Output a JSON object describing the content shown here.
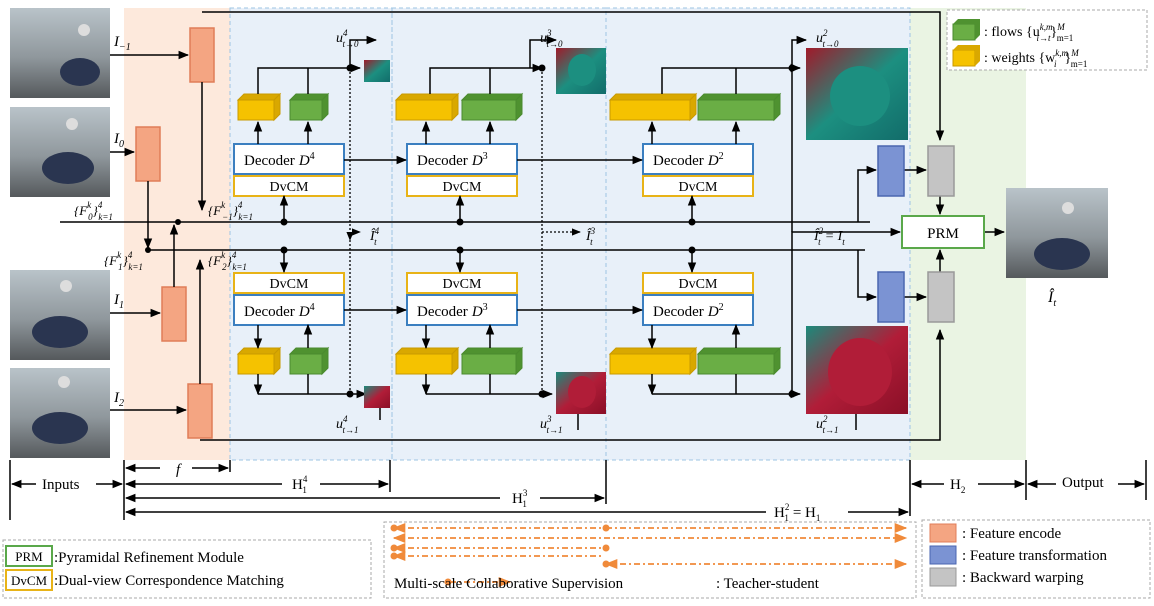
{
  "inputs": {
    "frame_m1": "I",
    "frame_m1_sub": "−1",
    "frame_0": "I",
    "frame_0_sub": "0",
    "frame_1": "I",
    "frame_1_sub": "1",
    "frame_2": "I",
    "frame_2_sub": "2",
    "feat_0": "{F",
    "feat_0_tail": "}",
    "feat_m1": "{F",
    "feat_m1_tail": "}",
    "feat_1": "{F",
    "feat_1_tail": "}",
    "feat_2": "{F",
    "feat_2_tail": "}"
  },
  "decoders": {
    "d4_label": "Decoder",
    "d4_sym": "D",
    "d4_exp": "4",
    "d3_label": "Decoder",
    "d3_sym": "D",
    "d3_exp": "3",
    "d2_label": "Decoder",
    "d2_sym": "D",
    "d2_exp": "2",
    "dvcm": "DvCM"
  },
  "flows": {
    "u4_0": "u",
    "u3_0": "u",
    "u2_0": "u",
    "u4_1": "u",
    "u3_1": "u",
    "u2_1": "u",
    "it4": "Î",
    "it3": "Î",
    "it2": "Î",
    "it2_eq": "= I"
  },
  "prm": {
    "label": "PRM"
  },
  "output": {
    "label": "Î"
  },
  "legend_top": {
    "flows": ": flows {u",
    "weights": ": weights {w"
  },
  "axis": {
    "inputs": "Inputs",
    "f": "f",
    "h14": "H",
    "h13": "H",
    "h12": "H",
    "h12_eq": "= H",
    "h2": "H",
    "output": "Output"
  },
  "legend_bottom": {
    "prm_box": "PRM",
    "prm_text": ":Pyramidal Refinement Module",
    "dvcm_box": "DvCM",
    "dvcm_text": ":Dual-view Correspondence Matching",
    "mcs": "Multi-scale Collaborative Supervision",
    "teacher": ": Teacher-student",
    "encode": ": Feature encode",
    "transform": ": Feature transformation",
    "warp": ": Backward warping"
  },
  "colors": {
    "encode": "#f4a582",
    "transform": "#7b93d3",
    "warp": "#c4c4c4",
    "flow": "#6aae45",
    "weight": "#f5c200",
    "dvcm": "#e8b317",
    "prm": "#5aa84a",
    "orange_dash": "#f08a3a"
  }
}
